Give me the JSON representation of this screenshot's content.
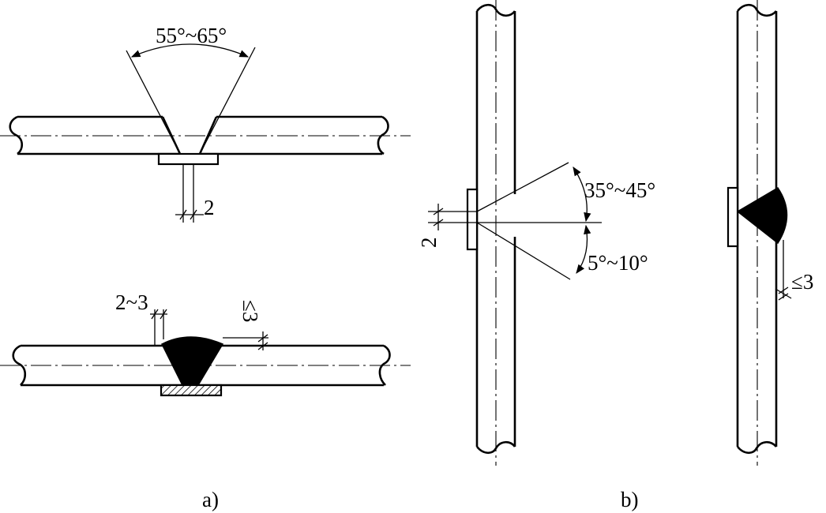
{
  "figure_a": {
    "caption": "a)",
    "top_angle": "55°~65°",
    "top_gap": "2",
    "bottom_reinforce": "2~3",
    "bottom_overlap": "≤3"
  },
  "figure_b": {
    "caption": "b)",
    "upper_angle": "35°~45°",
    "lower_angle": "5°~10°",
    "gap": "2",
    "overlap": "≤3"
  }
}
